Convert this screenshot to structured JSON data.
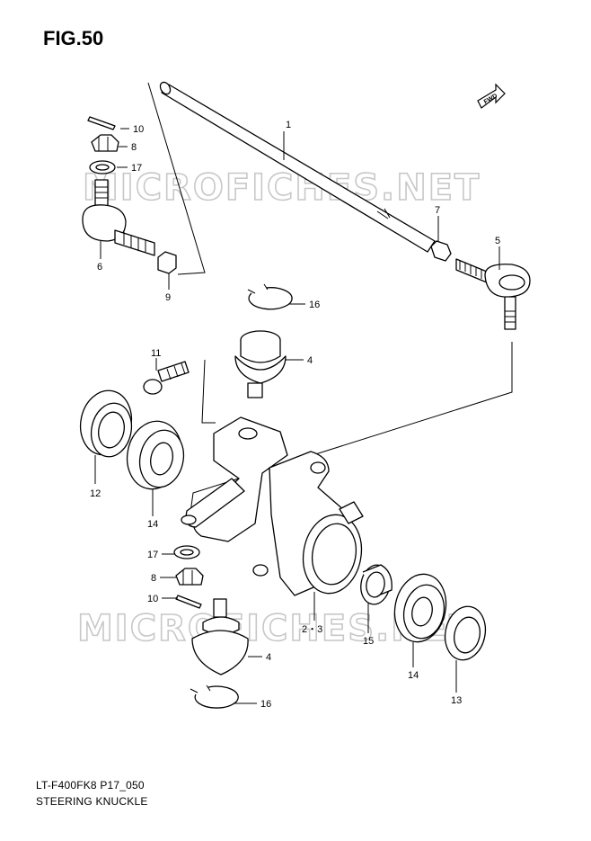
{
  "figure": {
    "title": "FIG.50",
    "code": "LT-F400FK8 P17_050",
    "caption": "STEERING KNUCKLE",
    "fwd_label": "FWD",
    "watermark": "MICROFICHES.NET"
  },
  "callouts": [
    {
      "id": "1",
      "label": "1"
    },
    {
      "id": "2-3",
      "label": "2・3"
    },
    {
      "id": "4a",
      "label": "4"
    },
    {
      "id": "4b",
      "label": "4"
    },
    {
      "id": "5",
      "label": "5"
    },
    {
      "id": "6",
      "label": "6"
    },
    {
      "id": "7",
      "label": "7"
    },
    {
      "id": "8a",
      "label": "8"
    },
    {
      "id": "8b",
      "label": "8"
    },
    {
      "id": "9",
      "label": "9"
    },
    {
      "id": "10a",
      "label": "10"
    },
    {
      "id": "10b",
      "label": "10"
    },
    {
      "id": "11",
      "label": "11"
    },
    {
      "id": "12",
      "label": "12"
    },
    {
      "id": "13",
      "label": "13"
    },
    {
      "id": "14a",
      "label": "14"
    },
    {
      "id": "14b",
      "label": "14"
    },
    {
      "id": "15",
      "label": "15"
    },
    {
      "id": "16a",
      "label": "16"
    },
    {
      "id": "16b",
      "label": "16"
    },
    {
      "id": "17a",
      "label": "17"
    },
    {
      "id": "17b",
      "label": "17"
    }
  ]
}
